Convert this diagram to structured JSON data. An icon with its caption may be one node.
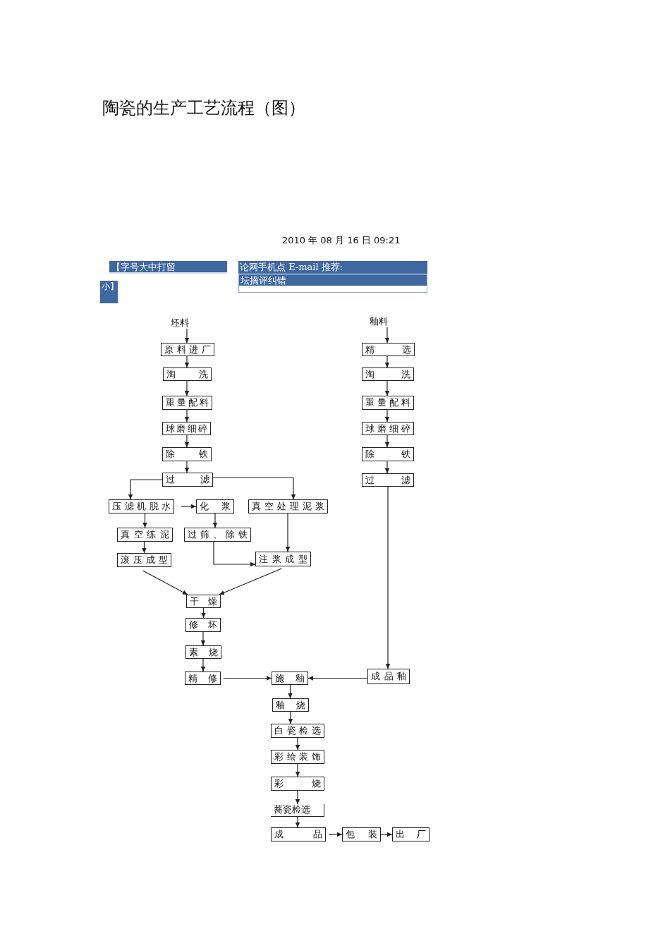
{
  "diagram": {
    "title": "陶瓷的生产工艺流程（图）",
    "nodes": [
      {
        "text": [
          "坯料"
        ]
      },
      {
        "text": [
          "原料进厂"
        ]
      },
      {
        "text": [
          "淘 洗"
        ]
      },
      {
        "text": [
          "重量配料"
        ]
      },
      {
        "text": [
          "球磨细碎"
        ]
      },
      {
        "text": [
          "除 铁"
        ]
      },
      {
        "text": [
          "过 滤"
        ]
      },
      {
        "text": [
          "釉料"
        ]
      },
      {
        "text": [
          "精 选"
        ]
      },
      {
        "text": [
          "淘 洗"
        ]
      },
      {
        "text": [
          "重量配料"
        ]
      },
      {
        "text": [
          "球磨细碎"
        ]
      },
      {
        "text": [
          "除 铁"
        ]
      },
      {
        "text": [
          "过 滤"
        ]
      },
      {
        "text": [
          "压滤机脱水"
        ]
      },
      {
        "text": [
          "化 浆"
        ]
      },
      {
        "text": [
          "真空处理泥浆"
        ]
      },
      {
        "text": [
          "真空练泥"
        ]
      },
      {
        "text": [
          "过筛、除铁"
        ]
      },
      {
        "text": [
          "滚压成型"
        ]
      },
      {
        "text": [
          "注浆成型"
        ]
      },
      {
        "text": [
          "干 燥"
        ]
      },
      {
        "text": [
          "修 坏"
        ]
      },
      {
        "text": [
          "素 烧"
        ]
      },
      {
        "text": [
          "精 修"
        ]
      },
      {
        "text": [
          "施 釉"
        ]
      },
      {
        "text": [
          "成品釉"
        ]
      },
      {
        "text": [
          "釉 烧"
        ]
      },
      {
        "text": [
          "白瓷检选"
        ]
      },
      {
        "text": [
          "彩绘装饰"
        ]
      },
      {
        "text": [
          "彩 烧"
        ]
      },
      {
        "text": [
          "蕎瓷检选"
        ]
      },
      {
        "text": [
          "成 品"
        ]
      },
      {
        "text": [
          "包 装"
        ]
      },
      {
        "text": [
          "出 厂"
        ]
      }
    ],
    "edges": [
      {
        "from": 0,
        "to": 1,
        "arrow": "to"
      },
      {
        "from": 1,
        "to": 2,
        "arrow": "to"
      },
      {
        "from": 2,
        "to": 3,
        "arrow": "to"
      },
      {
        "from": 3,
        "to": 4,
        "arrow": "to"
      },
      {
        "from": 4,
        "to": 5,
        "arrow": "to"
      },
      {
        "from": 5,
        "to": 6,
        "arrow": "to"
      },
      {
        "from": 7,
        "to": 8,
        "arrow": "to"
      },
      {
        "from": 8,
        "to": 9,
        "arrow": "to"
      },
      {
        "from": 9,
        "to": 10,
        "arrow": "to"
      },
      {
        "from": 10,
        "to": 11,
        "arrow": "to"
      },
      {
        "from": 11,
        "to": 12,
        "arrow": "to"
      },
      {
        "from": 12,
        "to": 13,
        "arrow": "to"
      },
      {
        "from": 6,
        "to": 14,
        "arrow": "to"
      },
      {
        "from": 6,
        "to": 16,
        "arrow": "to"
      },
      {
        "from": 14,
        "to": 15,
        "arrow": "to"
      },
      {
        "from": 15,
        "to": 18,
        "arrow": "to"
      },
      {
        "from": 14,
        "to": 17,
        "arrow": "to"
      },
      {
        "from": 17,
        "to": 19,
        "arrow": "to"
      },
      {
        "from": 18,
        "to": 20,
        "arrow": "to"
      },
      {
        "from": 16,
        "to": 20,
        "arrow": "to"
      },
      {
        "from": 19,
        "to": 21,
        "arrow": "to"
      },
      {
        "from": 20,
        "to": 21,
        "arrow": "to"
      },
      {
        "from": 21,
        "to": 22,
        "arrow": "to"
      },
      {
        "from": 22,
        "to": 23,
        "arrow": "to"
      },
      {
        "from": 23,
        "to": 24,
        "arrow": "to"
      },
      {
        "from": 24,
        "to": 25,
        "arrow": "to"
      },
      {
        "from": 13,
        "to": 26,
        "arrow": "to"
      },
      {
        "from": 26,
        "to": 25,
        "arrow": "to"
      },
      {
        "from": 25,
        "to": 27,
        "arrow": "to"
      },
      {
        "from": 27,
        "to": 28,
        "arrow": "to"
      },
      {
        "from": 28,
        "to": 29,
        "arrow": "to"
      },
      {
        "from": 29,
        "to": 30,
        "arrow": "to"
      },
      {
        "from": 30,
        "to": 31,
        "arrow": "to"
      },
      {
        "from": 31,
        "to": 32,
        "arrow": "to"
      },
      {
        "from": 32,
        "to": 33,
        "arrow": "to"
      },
      {
        "from": 33,
        "to": 34,
        "arrow": "to"
      }
    ],
    "labels": [
      "2010 年 08 月 16 日 09:21",
      "【字号大中打留",
      "小】",
      "论网手机点 E-mail 推荐:",
      "坛摘评纠错"
    ]
  }
}
